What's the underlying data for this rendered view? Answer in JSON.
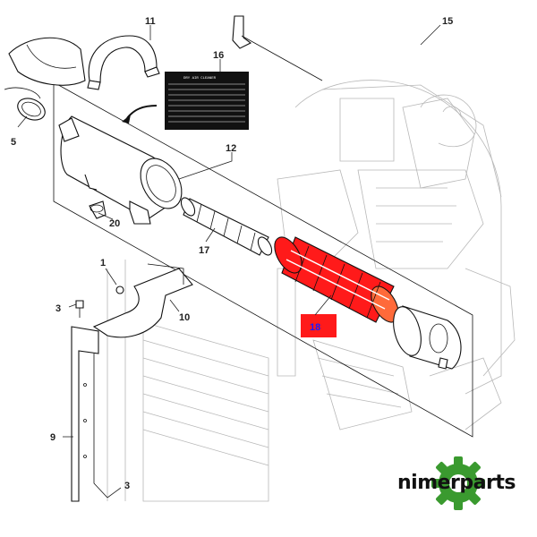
{
  "callouts": {
    "c1": "1",
    "c3a": "3",
    "c3b": "3",
    "c5": "5",
    "c9": "9",
    "c10": "10",
    "c11": "11",
    "c12": "12",
    "c15": "15",
    "c16": "16",
    "c17": "17",
    "c18": "18",
    "c20": "20"
  },
  "decal": {
    "title": "DRY AIR CLEANER"
  },
  "brand": {
    "name": "nimerparts"
  },
  "colors": {
    "highlight": "#ff1a1a",
    "highlight_label_bg": "#ff1a1a",
    "highlight_label_text": "#1a1aff",
    "gear": "#3a9a2f",
    "line": "#111111"
  }
}
